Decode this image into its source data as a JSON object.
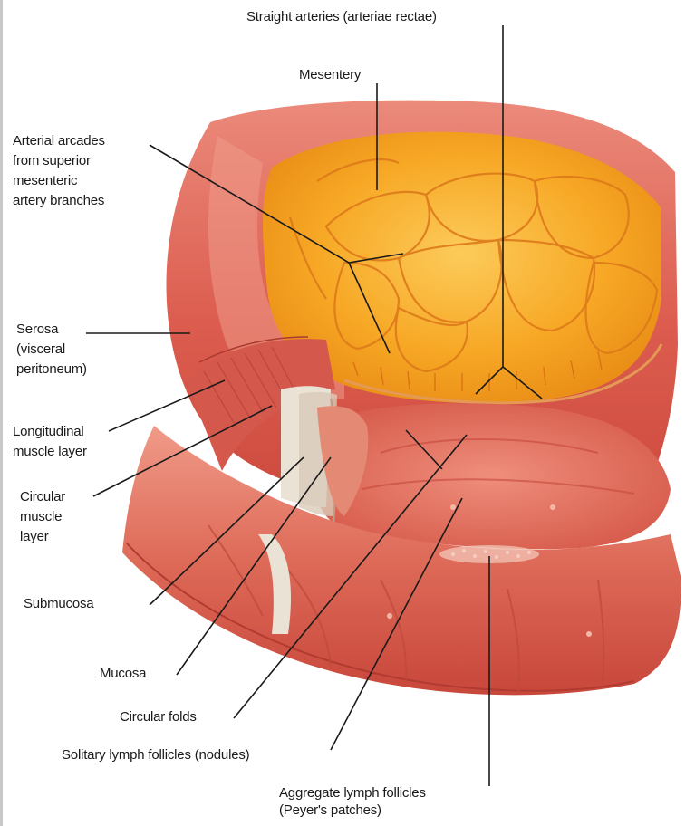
{
  "labels": {
    "straight_arteries": "Straight arteries (arteriae rectae)",
    "mesentery": "Mesentery",
    "arterial_arcades": "Arterial arcades\nfrom superior\nmesenteric\nartery branches",
    "serosa": "Serosa\n(visceral\nperitoneum)",
    "longitudinal_muscle": "Longitudinal\nmuscle layer",
    "circular_muscle": "Circular\nmuscle\nlayer",
    "submucosa": "Submucosa",
    "mucosa": "Mucosa",
    "circular_folds": "Circular folds",
    "solitary_follicles": "Solitary lymph follicles (nodules)",
    "aggregate_follicles": "Aggregate lymph follicles\n(Peyer's patches)"
  },
  "colors": {
    "mesentery_fill": "#f6a21e",
    "mesentery_light": "#fbc04a",
    "wall_outer": "#d9544a",
    "wall_light": "#ec8a7a",
    "mucosa": "#e06a58",
    "submucosa": "#ece4d8",
    "leader_line": "#1a1a1a"
  }
}
